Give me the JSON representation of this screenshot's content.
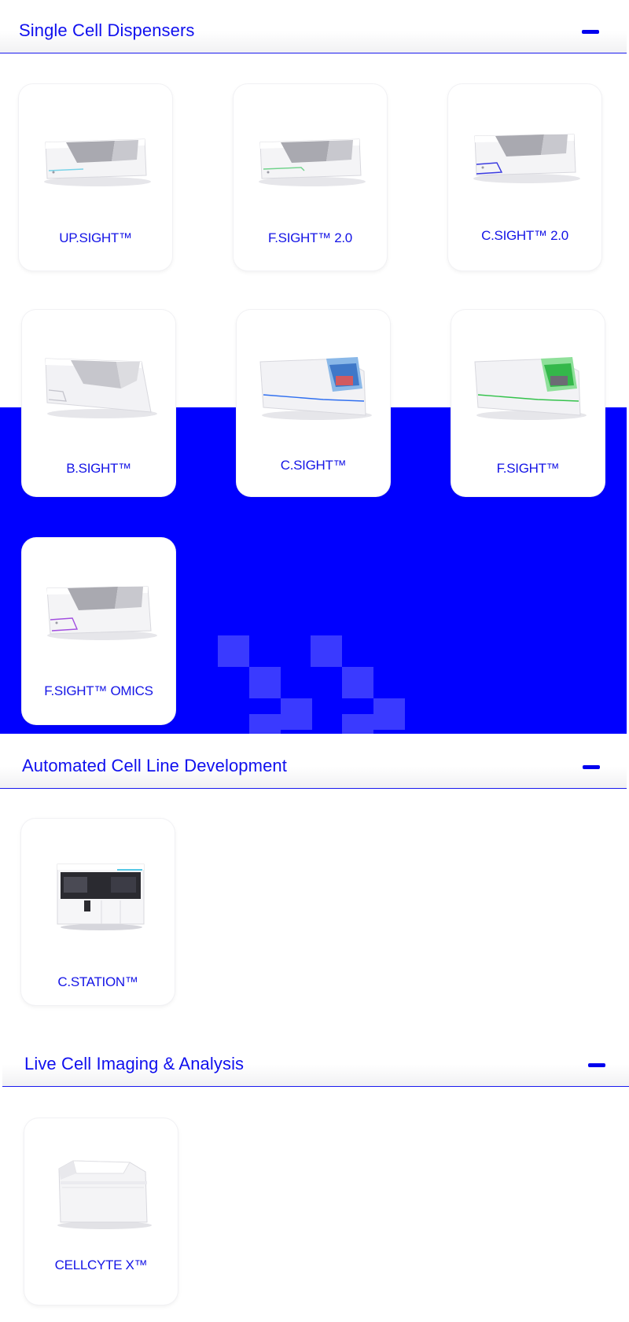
{
  "sections": [
    {
      "title": "Single Cell Dispensers",
      "products": [
        {
          "label": "UP.SIGHT™",
          "accent": "#7ad3e8"
        },
        {
          "label": "F.SIGHT™ 2.0",
          "accent": "#6fd28a"
        },
        {
          "label": "C.SIGHT™ 2.0",
          "accent": "#3a3ae0"
        },
        {
          "label": "B.SIGHT™",
          "accent": "#b8b8c4"
        },
        {
          "label": "C.SIGHT™",
          "accent": "#2f6ff0"
        },
        {
          "label": "F.SIGHT™",
          "accent": "#33c24b"
        },
        {
          "label": "F.SIGHT™ OMICS",
          "accent": "#a24ee0"
        }
      ]
    },
    {
      "title": "Automated Cell Line Development",
      "products": [
        {
          "label": "C.STATION™",
          "accent": "#58c8e6"
        }
      ]
    },
    {
      "title": "Live Cell Imaging & Analysis",
      "products": [
        {
          "label": "CELLCYTE X™",
          "accent": "#d9d9de"
        }
      ]
    }
  ],
  "colors": {
    "brand_blue": "#0000ff",
    "text_blue": "#1010ee",
    "card_bg": "#ffffff"
  },
  "icons": {
    "collapse": "minus-icon"
  }
}
